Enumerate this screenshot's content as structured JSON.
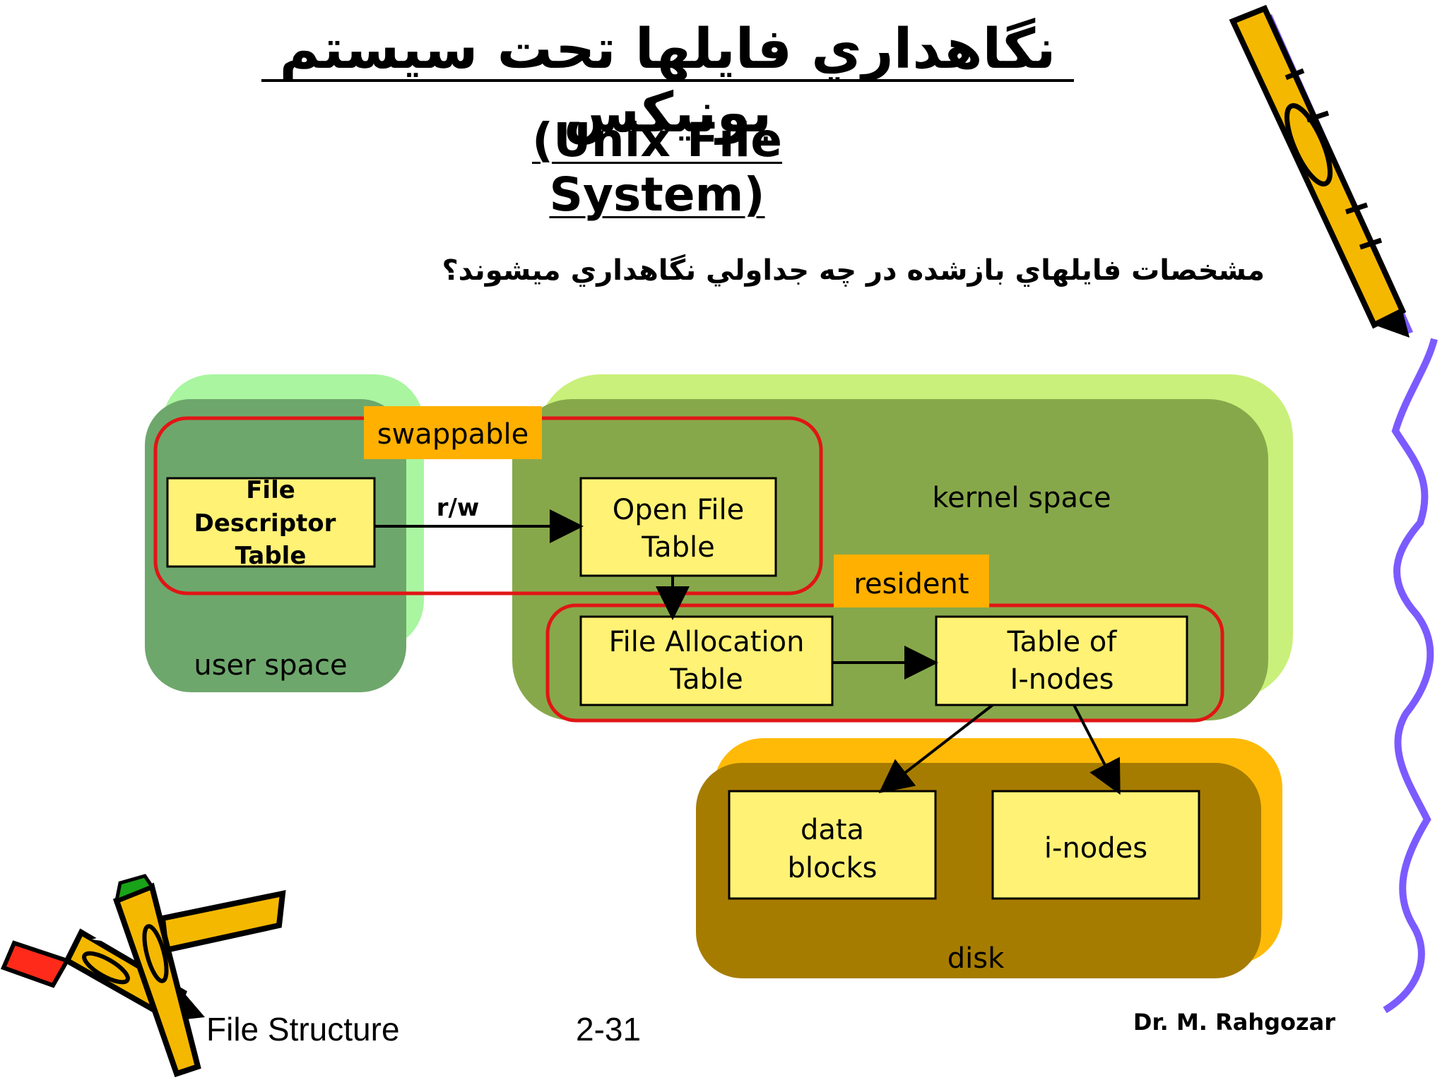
{
  "slide": {
    "title_fa": "نگاهداري فايلها تحت سيستم يونيكس",
    "title_en": "(Unix File System)",
    "question_fa": "مشخصات فايلهاي بازشده در چه جداولي نگاهداري ميشوند؟"
  },
  "diagram": {
    "regions": {
      "user_space": "user space",
      "kernel_space": "kernel space",
      "disk": "disk"
    },
    "tags": {
      "swappable": "swappable",
      "resident": "resident"
    },
    "boxes": {
      "fd_table": [
        "File",
        "Descriptor",
        "Table"
      ],
      "open_file_table": [
        "Open File",
        "Table"
      ],
      "file_allocation_table": [
        "File Allocation",
        "Table"
      ],
      "inode_table": [
        "Table of",
        "I-nodes"
      ],
      "data_blocks": [
        "data",
        "blocks"
      ],
      "inodes": [
        "i-nodes"
      ]
    },
    "arrow_label": "r/w",
    "colors": {
      "user_space": "#6ea76c",
      "kernel_space": "#87a84a",
      "disk": "#a67c00",
      "box_fill": "#fff275",
      "tag_fill": "#ffb000",
      "outline_red": "#e11515",
      "pencil_body": "#f5b800",
      "pencil_shadow": "#7b5bff"
    }
  },
  "footer": {
    "course": "File Structure",
    "page": "2-31",
    "author": "Dr.  M. Rahgozar"
  }
}
